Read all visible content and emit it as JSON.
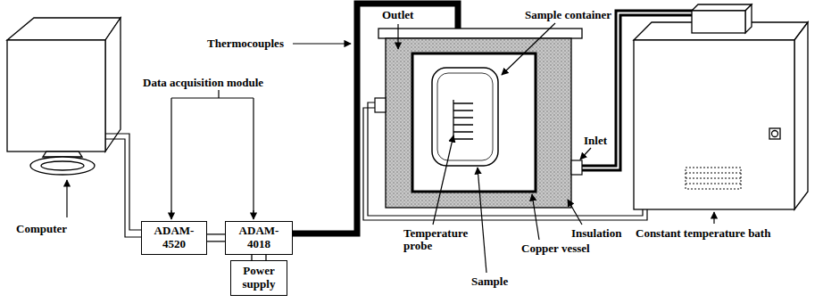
{
  "diagram": {
    "nodes": [
      {
        "text": [
          "ADAM-4520"
        ]
      },
      {
        "text": [
          "ADAM-4018"
        ]
      },
      {
        "text": [
          "Power supply"
        ]
      }
    ],
    "edges": [
      {
        "from": 0,
        "to": 1,
        "arrow": "none"
      },
      {
        "from": 2,
        "to": 1,
        "arrow": "none"
      }
    ],
    "labels": [
      "Computer",
      "Data acquisition module",
      "Thermocouples",
      "Outlet",
      "Sample container",
      "Inlet",
      "Temperature probe",
      "Sample",
      "Copper vessel",
      "Insulation",
      "Constant temperature bath"
    ]
  }
}
